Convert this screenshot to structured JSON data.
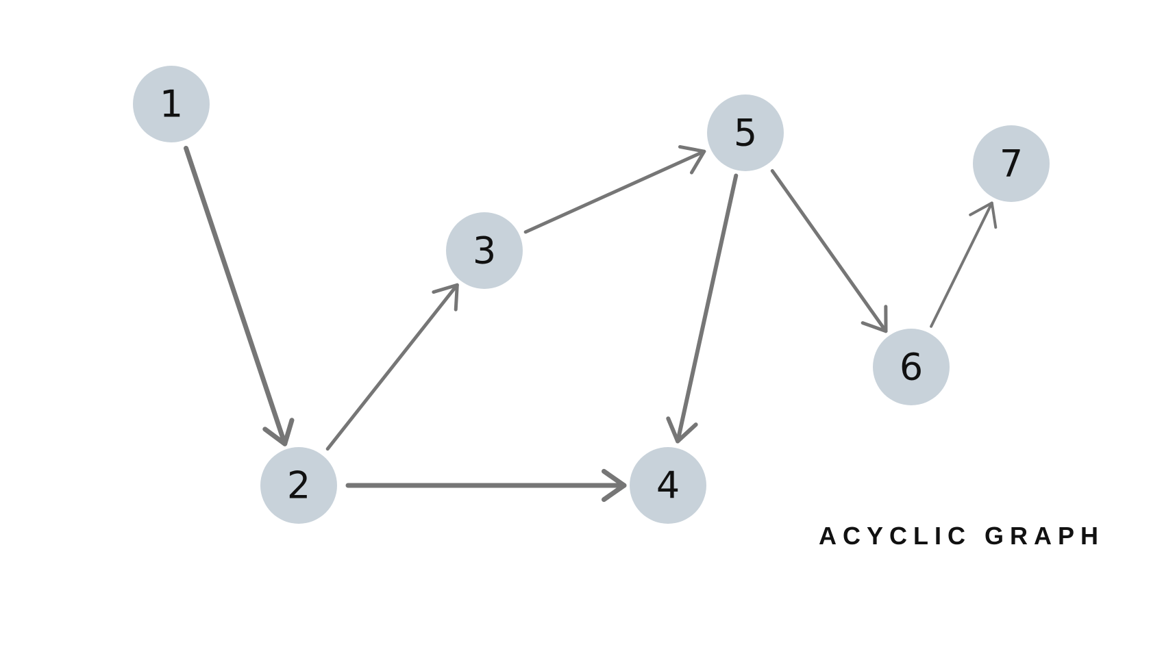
{
  "caption": "ACYCLIC GRAPH",
  "colors": {
    "node_fill": "#c8d2da",
    "edge": "#767676",
    "text": "#111111"
  },
  "nodes": [
    {
      "id": "1",
      "label": "1"
    },
    {
      "id": "2",
      "label": "2"
    },
    {
      "id": "3",
      "label": "3"
    },
    {
      "id": "4",
      "label": "4"
    },
    {
      "id": "5",
      "label": "5"
    },
    {
      "id": "6",
      "label": "6"
    },
    {
      "id": "7",
      "label": "7"
    }
  ],
  "edges": [
    {
      "from": "1",
      "to": "2"
    },
    {
      "from": "2",
      "to": "3"
    },
    {
      "from": "2",
      "to": "4"
    },
    {
      "from": "3",
      "to": "5"
    },
    {
      "from": "5",
      "to": "4"
    },
    {
      "from": "5",
      "to": "6"
    },
    {
      "from": "6",
      "to": "7"
    }
  ]
}
